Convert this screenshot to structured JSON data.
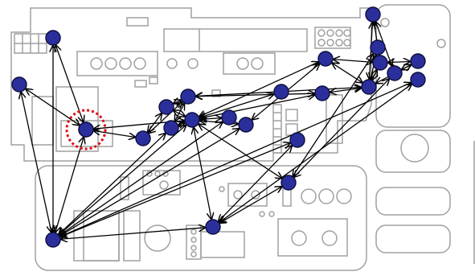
{
  "diagram": {
    "type": "node-link graph overlaid on an engine-bay style board layout",
    "colors": {
      "background": "#ffffff",
      "board_outline": "#9a9a9a",
      "component_outline": "#a0a0a0",
      "node_fill": "#2b2f9c",
      "node_stroke": "#0d0f3d",
      "edge": "#000000",
      "highlight_ring": "#e01010"
    },
    "highlighted_node": "n5",
    "node_count": 25,
    "nodes": [
      {
        "id": "n1"
      },
      {
        "id": "n2"
      },
      {
        "id": "n3"
      },
      {
        "id": "n4"
      },
      {
        "id": "n5"
      },
      {
        "id": "n6"
      },
      {
        "id": "n7"
      },
      {
        "id": "n8"
      },
      {
        "id": "n9"
      },
      {
        "id": "n10"
      },
      {
        "id": "n11"
      },
      {
        "id": "n12"
      },
      {
        "id": "n13"
      },
      {
        "id": "n14"
      },
      {
        "id": "n15"
      },
      {
        "id": "n16"
      },
      {
        "id": "n17"
      },
      {
        "id": "n18"
      },
      {
        "id": "n19"
      },
      {
        "id": "n20"
      },
      {
        "id": "n21"
      },
      {
        "id": "n22"
      },
      {
        "id": "n23"
      },
      {
        "id": "n24"
      },
      {
        "id": "n25"
      }
    ],
    "edges": [
      [
        "n1",
        "n3"
      ],
      [
        "n1",
        "n4"
      ],
      [
        "n2",
        "n3"
      ],
      [
        "n2",
        "n4"
      ],
      [
        "n5",
        "n3"
      ],
      [
        "n4",
        "n5"
      ],
      [
        "n6",
        "n7"
      ],
      [
        "n6",
        "n8"
      ],
      [
        "n6",
        "n9"
      ],
      [
        "n8",
        "n5"
      ],
      [
        "n8",
        "n7"
      ],
      [
        "n11",
        "n5"
      ],
      [
        "n11",
        "n12"
      ],
      [
        "n11",
        "n13"
      ],
      [
        "n11",
        "n4"
      ],
      [
        "n11",
        "n14"
      ],
      [
        "n11",
        "n15"
      ],
      [
        "n11",
        "n16"
      ],
      [
        "n11",
        "n7"
      ],
      [
        "n11",
        "n9"
      ],
      [
        "n9",
        "n4"
      ],
      [
        "n10",
        "n4"
      ],
      [
        "n10",
        "n15"
      ],
      [
        "n13",
        "n4"
      ],
      [
        "n12",
        "n4"
      ],
      [
        "n15",
        "n4"
      ],
      [
        "n16",
        "n15"
      ],
      [
        "n17",
        "n15"
      ],
      [
        "n17",
        "n4"
      ],
      [
        "n18",
        "n6"
      ],
      [
        "n18",
        "n11"
      ],
      [
        "n19",
        "n11"
      ],
      [
        "n19",
        "n13"
      ],
      [
        "n19",
        "n20"
      ],
      [
        "n20",
        "n18"
      ],
      [
        "n20",
        "n21"
      ],
      [
        "n21",
        "n22"
      ],
      [
        "n22",
        "n23"
      ],
      [
        "n22",
        "n20"
      ],
      [
        "n23",
        "n24"
      ],
      [
        "n24",
        "n25"
      ],
      [
        "n25",
        "n20"
      ],
      [
        "n21",
        "n16"
      ],
      [
        "n24",
        "n16"
      ],
      [
        "n22",
        "n19"
      ],
      [
        "n20",
        "n6"
      ],
      [
        "n25",
        "n22"
      ],
      [
        "n23",
        "n20"
      ]
    ]
  }
}
